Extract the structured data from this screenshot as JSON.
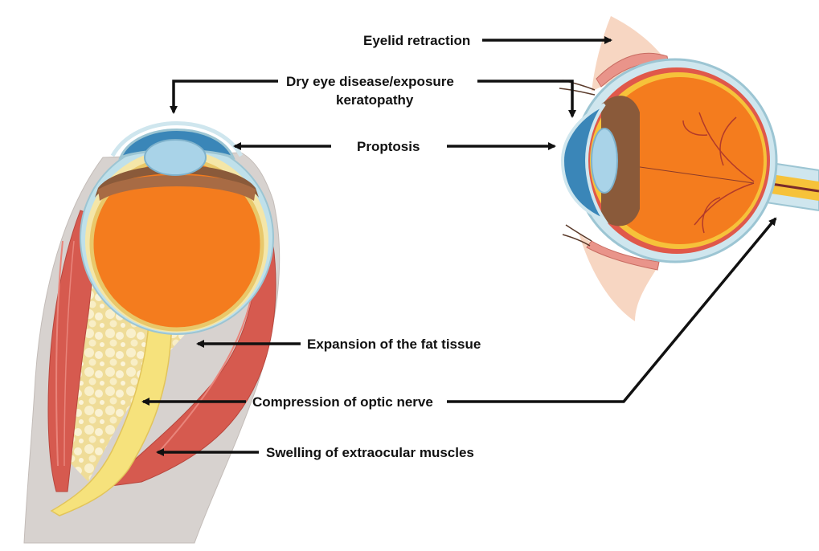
{
  "labels": {
    "eyelid_retraction": "Eyelid retraction",
    "dry_eye_line1": "Dry eye disease/exposure",
    "dry_eye_line2": "keratopathy",
    "proptosis": "Proptosis",
    "fat_expansion": "Expansion of the fat tissue",
    "optic_compression": "Compression of optic nerve",
    "muscle_swelling": "Swelling of extraocular muscles"
  },
  "colors": {
    "sclera_orange": "#f47c1e",
    "retina_red": "#e0584a",
    "muscle_red": "#d9534f",
    "fat_yellow": "#f4e6a8",
    "optic_nerve": "#f7e27a",
    "cornea_blue": "#3a86b8",
    "lens_blue": "#a9d3e8",
    "iris_brown": "#8a5a3a",
    "skin": "#f5c4a8",
    "arrow": "#111111"
  }
}
